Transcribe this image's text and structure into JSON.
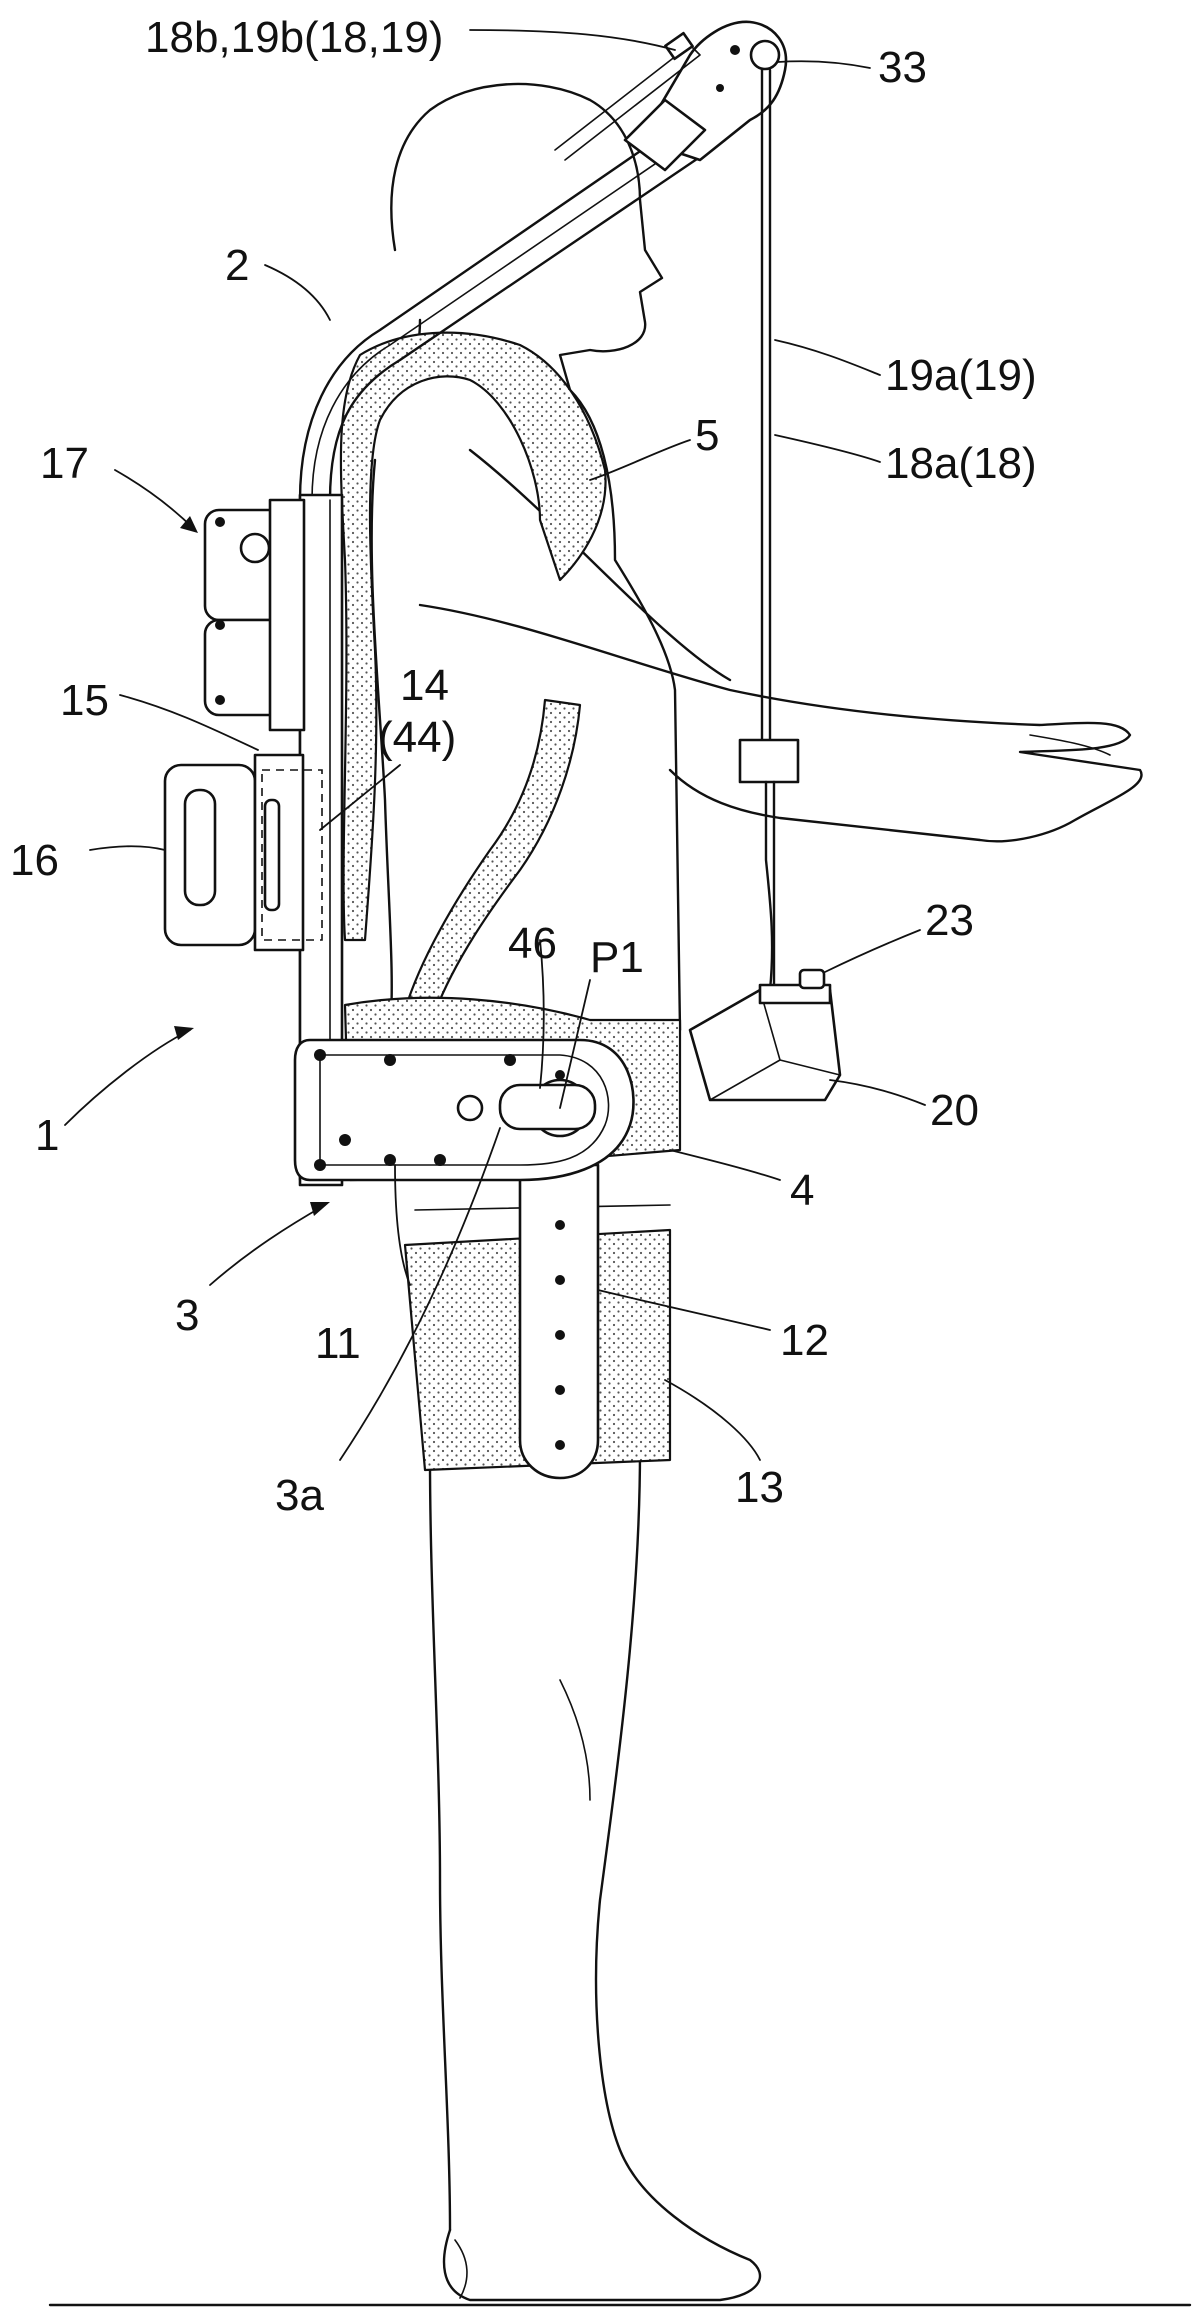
{
  "figure": {
    "reference_labels": {
      "l_18b_19b": "18b,19b(18,19)",
      "l_33": "33",
      "l_2": "2",
      "l_19a": "19a(19)",
      "l_5": "5",
      "l_18a": "18a(18)",
      "l_17": "17",
      "l_14": "14",
      "l_44": "(44)",
      "l_15": "15",
      "l_16": "16",
      "l_23": "23",
      "l_46": "46",
      "l_P1": "P1",
      "l_1": "1",
      "l_20": "20",
      "l_4": "4",
      "l_3": "3",
      "l_11": "11",
      "l_12": "12",
      "l_13": "13",
      "l_3a": "3a"
    }
  }
}
